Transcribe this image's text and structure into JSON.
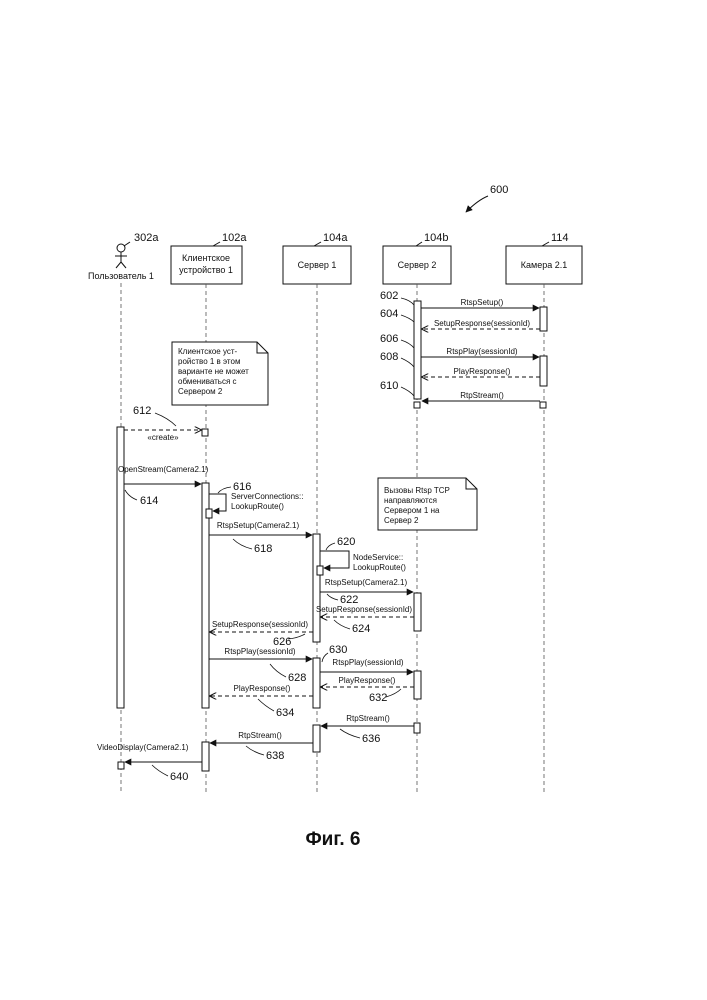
{
  "figure_number": "600",
  "caption": "Фиг. 6",
  "actor": {
    "ref": "302a",
    "name": "Пользователь 1"
  },
  "lifelines": [
    {
      "id": "client",
      "ref": "102a",
      "name_lines": [
        "Клиентское",
        "устройство 1"
      ]
    },
    {
      "id": "server1",
      "ref": "104a",
      "name_lines": [
        "Сервер 1"
      ]
    },
    {
      "id": "server2",
      "ref": "104b",
      "name_lines": [
        "Сервер 2"
      ]
    },
    {
      "id": "camera",
      "ref": "114",
      "name_lines": [
        "Камера 2.1"
      ]
    }
  ],
  "notes": [
    {
      "id": "note-client",
      "lines": [
        "Клиентское уст-",
        "ройство 1 в этом",
        "варианте не может",
        "обмениваться с",
        "Сервером 2"
      ]
    },
    {
      "id": "note-rtsp",
      "lines": [
        "Вызовы Rtsp TCP",
        "направляются",
        "Сервером 1 на",
        "Сервер 2"
      ]
    }
  ],
  "messages": [
    {
      "id": "m602",
      "ref": "602",
      "label": "RtspSetup()"
    },
    {
      "id": "m604",
      "ref": "604",
      "label": "SetupResponse(sessionId)"
    },
    {
      "id": "m606",
      "ref": "606",
      "label": "RtspPlay(sessionId)"
    },
    {
      "id": "m608",
      "ref": "608",
      "label": "PlayResponse()"
    },
    {
      "id": "m610",
      "ref": "610",
      "label": "RtpStream()"
    },
    {
      "id": "m612",
      "ref": "612",
      "label": "«create»"
    },
    {
      "id": "m614",
      "ref": "614",
      "label": "OpenStream(Camera2.1)"
    },
    {
      "id": "m616",
      "ref": "616",
      "label_lines": [
        "ServerConnections::",
        "LookupRoute()"
      ]
    },
    {
      "id": "m618",
      "ref": "618",
      "label": "RtspSetup(Camera2.1)"
    },
    {
      "id": "m620",
      "ref": "620",
      "label_lines": [
        "NodeService::",
        "LookupRoute()"
      ]
    },
    {
      "id": "m622",
      "ref": "622",
      "label": "RtspSetup(Camera2.1)"
    },
    {
      "id": "m624",
      "ref": "624",
      "label": "SetupResponse(sessionId)"
    },
    {
      "id": "m626",
      "ref": "626",
      "label": "SetupResponse(sessionId)"
    },
    {
      "id": "m628",
      "ref": "628",
      "label": "RtspPlay(sessionId)"
    },
    {
      "id": "m630",
      "ref": "630",
      "label": "RtspPlay(sessionId)"
    },
    {
      "id": "m632",
      "ref": "632",
      "label": "PlayResponse()"
    },
    {
      "id": "m634",
      "ref": "634",
      "label": "PlayResponse()"
    },
    {
      "id": "m636",
      "ref": "636",
      "label": "RtpStream()"
    },
    {
      "id": "m638",
      "ref": "638",
      "label": "RtpStream()"
    },
    {
      "id": "m640",
      "ref": "640",
      "label": "VideoDisplay(Camera2.1)"
    }
  ]
}
